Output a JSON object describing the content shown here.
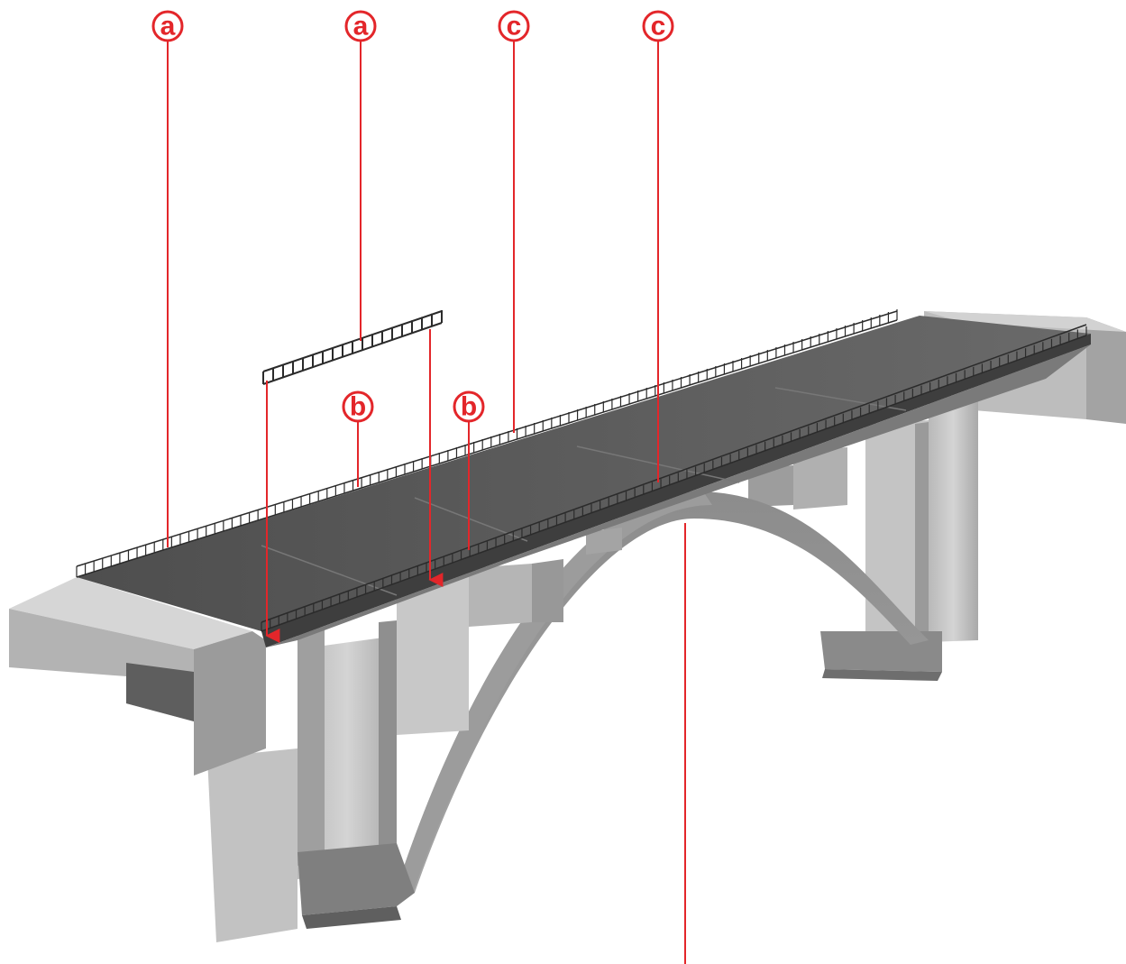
{
  "colors": {
    "callout": "#e3262a",
    "deck": "#5a5a5a",
    "deck_dark": "#3c3c3c",
    "concrete_light": "#c9c9c9",
    "concrete_mid": "#a8a8a8",
    "concrete_dark": "#7e7e7e",
    "railing": "#2b2b2b"
  },
  "callouts": {
    "a1": "a",
    "a2": "a",
    "b1": "b",
    "b2": "b",
    "c1": "c",
    "c2": "c"
  }
}
